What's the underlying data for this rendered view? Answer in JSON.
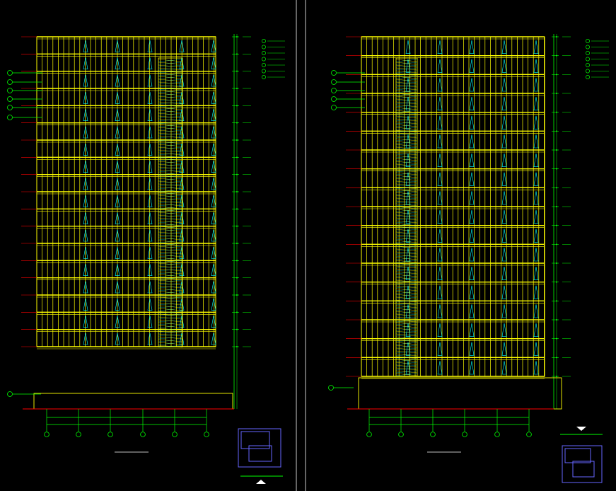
{
  "document": {
    "title_left": "",
    "title_right": ""
  },
  "palette": {
    "background": "#000000",
    "structure": "#ffff00",
    "glazing": "#00ffff",
    "frame": "#00ff00",
    "level_marker": "#ff0000",
    "text": "#ffffff",
    "keyplan": "#6666ff"
  },
  "drawings": [
    {
      "id": "left",
      "floors": 18,
      "bays": 6
    },
    {
      "id": "right",
      "floors": 18,
      "bays": 6
    }
  ]
}
